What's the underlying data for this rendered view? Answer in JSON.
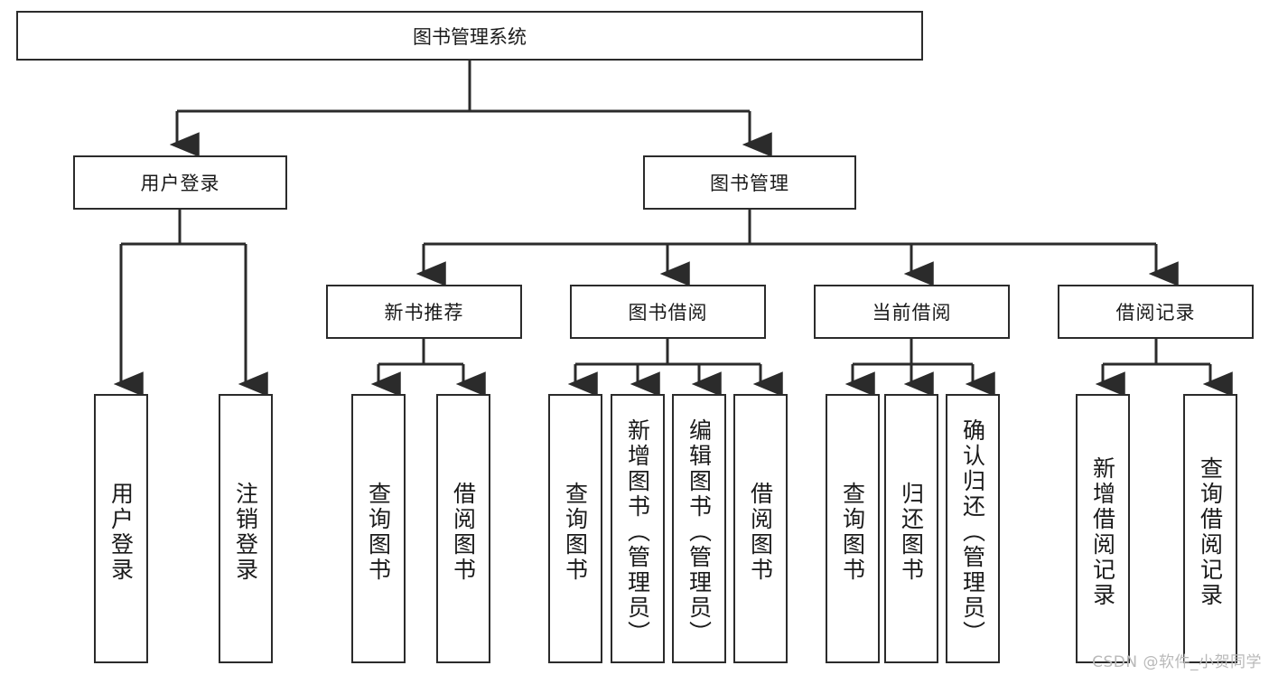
{
  "diagram": {
    "type": "tree-structure-chart",
    "title": "图书管理系统",
    "watermark": "CSDN @软件_小贺同学",
    "colors": {
      "stroke": "#2b2b2b",
      "fill": "#ffffff",
      "text": "#1a1a1a",
      "watermark": "#b9b9b9"
    },
    "nodes": {
      "root": "图书管理系统",
      "level2": [
        {
          "id": "user-login",
          "label": "用户登录"
        },
        {
          "id": "book-manage",
          "label": "图书管理"
        }
      ],
      "level3": [
        {
          "id": "new-book-recommend",
          "label": "新书推荐"
        },
        {
          "id": "book-borrow",
          "label": "图书借阅"
        },
        {
          "id": "current-borrow",
          "label": "当前借阅"
        },
        {
          "id": "borrow-record",
          "label": "借阅记录"
        }
      ],
      "leaves": {
        "user_login": [
          {
            "id": "leaf-user-login",
            "label": "用户登录"
          },
          {
            "id": "leaf-logout-login",
            "label": "注销登录"
          }
        ],
        "new_book_recommend": [
          {
            "id": "leaf-query-book-1",
            "label": "查询图书"
          },
          {
            "id": "leaf-borrow-book-1",
            "label": "借阅图书"
          }
        ],
        "book_borrow": [
          {
            "id": "leaf-query-book-2",
            "label": "查询图书"
          },
          {
            "id": "leaf-add-book",
            "label": "新增图书（管理员）"
          },
          {
            "id": "leaf-edit-book",
            "label": "编辑图书（管理员）"
          },
          {
            "id": "leaf-borrow-book-2",
            "label": "借阅图书"
          }
        ],
        "current_borrow": [
          {
            "id": "leaf-query-book-3",
            "label": "查询图书"
          },
          {
            "id": "leaf-return-book",
            "label": "归还图书"
          },
          {
            "id": "leaf-confirm-return",
            "label": "确认归还（管理员）"
          }
        ],
        "borrow_record": [
          {
            "id": "leaf-add-record",
            "label": "新增借阅记录"
          },
          {
            "id": "leaf-query-record",
            "label": "查询借阅记录"
          }
        ]
      }
    }
  }
}
